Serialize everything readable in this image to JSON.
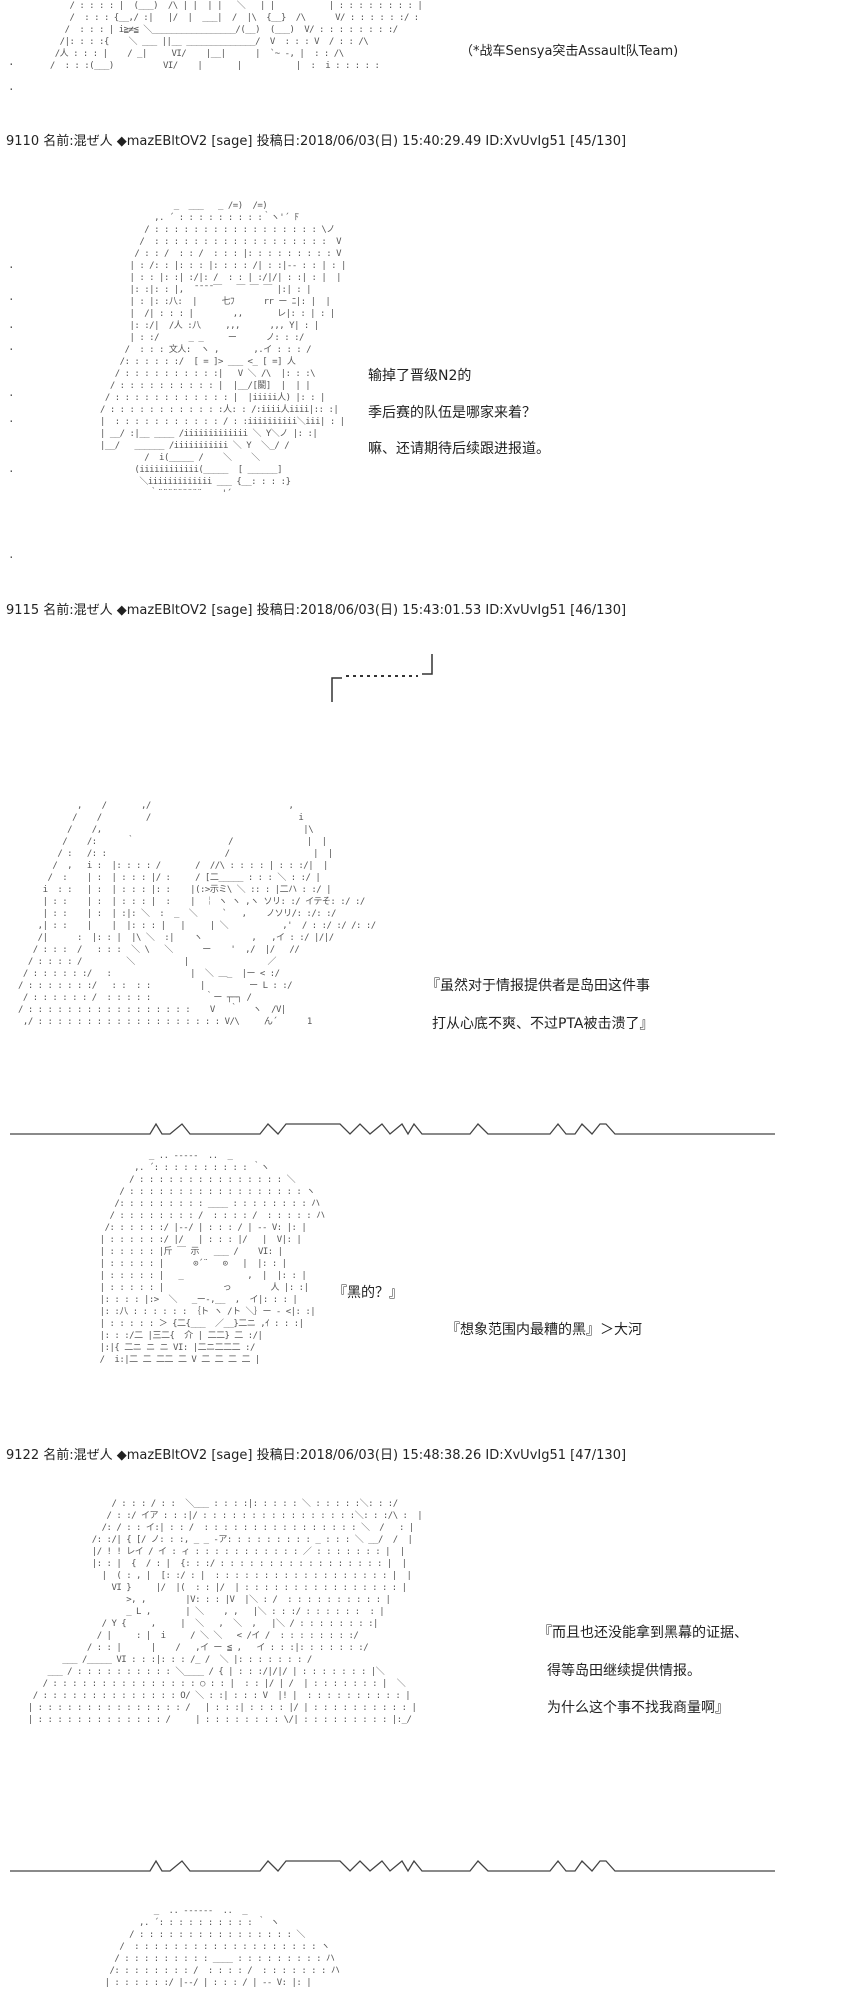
{
  "top_caption": "（*战车Sensya突击Assault队Team)",
  "posts": [
    {
      "header": "9110 名前:混ぜ人 ◆mazEBltOV2 [sage] 投稿日:2018/06/03(日) 15:40:29.49 ID:XvUvIg51 [45/130]"
    },
    {
      "header": "9115 名前:混ぜ人 ◆mazEBltOV2 [sage] 投稿日:2018/06/03(日) 15:43:01.53 ID:XvUvIg51 [46/130]"
    },
    {
      "header": "9122 名前:混ぜ人 ◆mazEBltOV2 [sage] 投稿日:2018/06/03(日) 15:48:38.26 ID:XvUvIg51 [47/130]"
    }
  ],
  "dialogue_1": [
    "输掉了晋级N2的",
    "季后赛的队伍是哪家来着？",
    "嘛、还请期待后续跟进报道。"
  ],
  "bracket_text": "「……」",
  "dialogue_2": [
    "『虽然对于情报提供者是岛田这件事",
    "打从心底不爽、不过PTA被击溃了』"
  ],
  "dialogue_3a": "『黑的？』",
  "dialogue_3b": "『想象范围内最糟的黑』＞大河",
  "dialogue_4": [
    "『而且也还没能拿到黑幕的证据、",
    "得等岛田继续提供情报。",
    "为什么这个事不找我商量啊』"
  ],
  "margin_marks": [
    ".",
    ".",
    ".",
    ".",
    ".",
    ".",
    ".",
    ".",
    ".",
    "."
  ]
}
